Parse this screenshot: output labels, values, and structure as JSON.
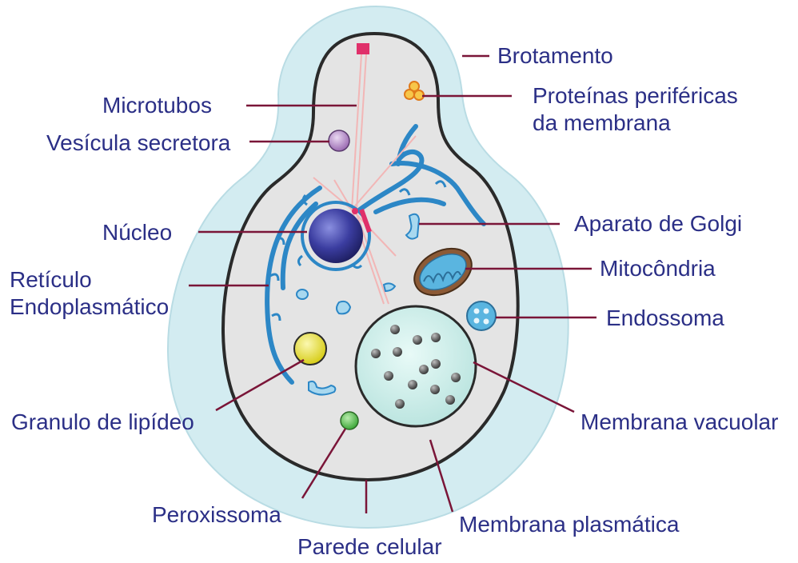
{
  "labels": {
    "brotamento": "Brotamento",
    "proteinas_l1": "Proteínas periféricas",
    "proteinas_l2": "da membrana",
    "microtubos": "Microtubos",
    "vesicula": "Vesícula secretora",
    "nucleo": "Núcleo",
    "golgi": "Aparato de Golgi",
    "reticulo_l1": "Retículo",
    "reticulo_l2": "Endoplasmático",
    "mitocondria": "Mitocôndria",
    "endossoma": "Endossoma",
    "granulo": "Granulo de lipídeo",
    "membrana_vacuolar": "Membrana vacuolar",
    "peroxissoma": "Peroxissoma",
    "membrana_plasmatica": "Membrana plasmática",
    "parede": "Parede celular"
  },
  "colors": {
    "label_text": "#2b2f86",
    "leader_line": "#7a1538",
    "cell_wall": "#d3ecf1",
    "cytoplasm": "#e6e6e6",
    "er_blue": "#2c87c6",
    "nucleus": "#3d3d9c",
    "vacuole": "#cdeeea",
    "lipid": "#f1eb3c",
    "peroxisome": "#6cc55a",
    "mitochondria": "#8c5a36"
  }
}
